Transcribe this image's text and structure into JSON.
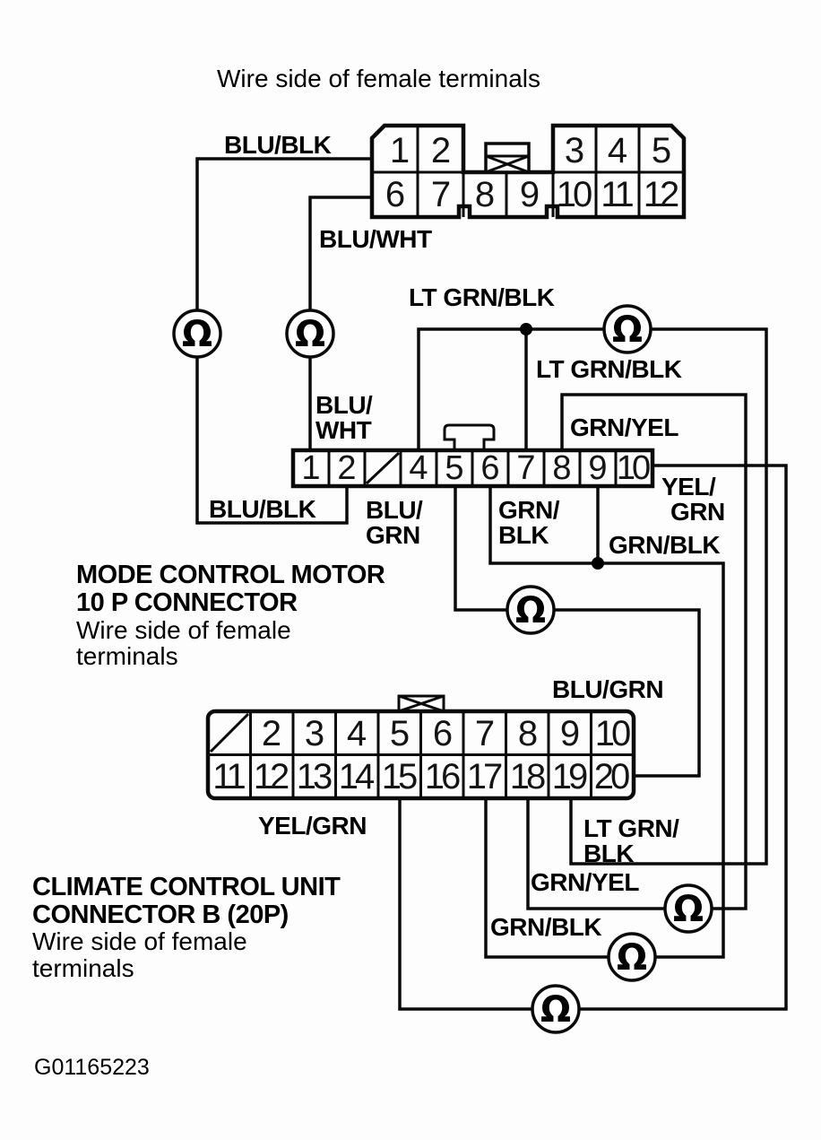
{
  "title": "Wire side of female terminals",
  "figure_id": "G01165223",
  "ohm": "Ω",
  "connectors": {
    "top": {
      "row1": [
        "1",
        "2",
        "3",
        "4",
        "5"
      ],
      "row2": [
        "6",
        "7",
        "8",
        "9",
        "10",
        "11",
        "12"
      ]
    },
    "middle": {
      "pins": [
        "1",
        "2",
        "4",
        "5",
        "6",
        "7",
        "8",
        "9",
        "10"
      ]
    },
    "bottom": {
      "row1": [
        "2",
        "3",
        "4",
        "5",
        "6",
        "7",
        "8",
        "9",
        "10"
      ],
      "row2": [
        "11",
        "12",
        "13",
        "14",
        "15",
        "16",
        "17",
        "18",
        "19",
        "20"
      ]
    }
  },
  "wire_labels": {
    "blu_blk_top": "BLU/BLK",
    "blu_wht_top": "BLU/WHT",
    "lt_grn_blk_upper": "LT GRN/BLK",
    "lt_grn_blk_right": "LT GRN/BLK",
    "blu_wht_pin1": [
      "BLU/",
      "WHT"
    ],
    "grn_yel_pin8": "GRN/YEL",
    "blu_blk_pin2": "BLU/BLK",
    "blu_grn_pin5": [
      "BLU/",
      "GRN"
    ],
    "grn_blk_pin6": [
      "GRN/",
      "BLK"
    ],
    "yel_grn_pin10": [
      "YEL/",
      "GRN"
    ],
    "grn_blk_pin9": "GRN/BLK",
    "blu_grn_pin20": "BLU/GRN",
    "yel_grn_pin15": "YEL/GRN",
    "lt_grn_blk_pin19": [
      "LT GRN/",
      "BLK"
    ],
    "grn_yel_pin18": "GRN/YEL",
    "grn_blk_pin17": "GRN/BLK"
  },
  "sections": {
    "mode_motor": {
      "lines": [
        "MODE CONTROL MOTOR",
        "10 P CONNECTOR",
        "Wire side of female",
        "terminals"
      ]
    },
    "climate_unit": {
      "lines": [
        "CLIMATE CONTROL UNIT",
        "CONNECTOR B (20P)",
        "Wire side of female",
        "terminals"
      ]
    }
  }
}
